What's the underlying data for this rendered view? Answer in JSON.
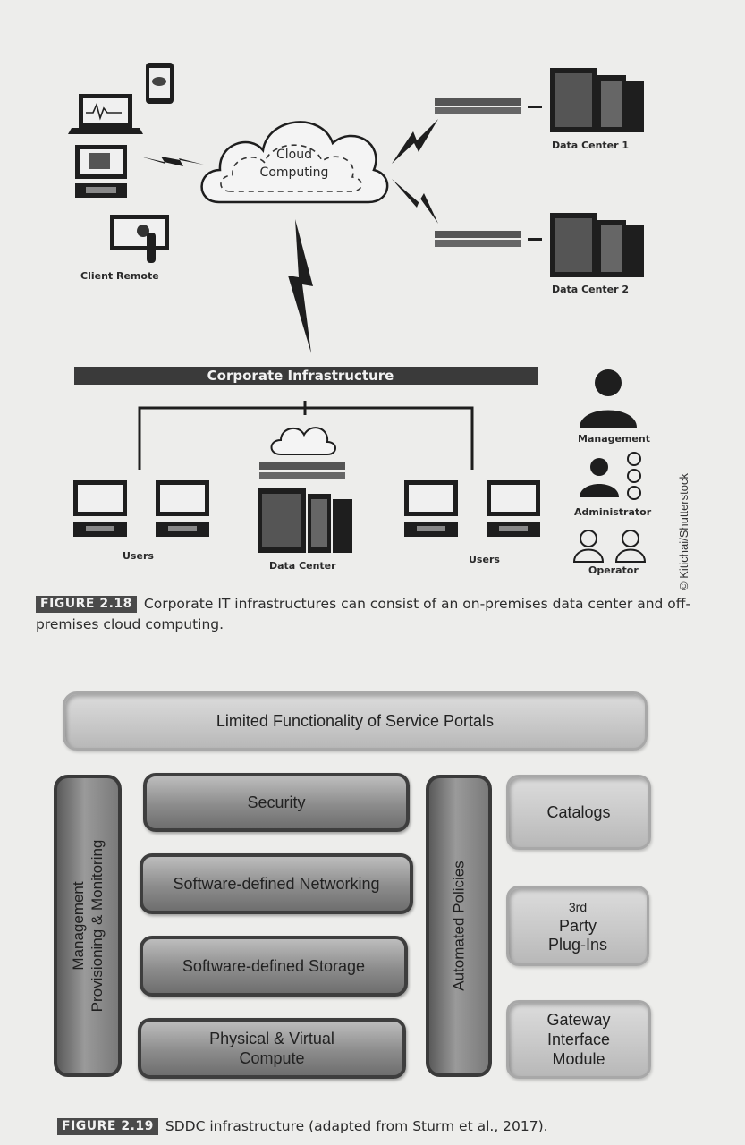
{
  "figure_2_18": {
    "labels": {
      "cloud": "Cloud Computing",
      "client_remote": "Client Remote",
      "data_center_1": "Data Center 1",
      "data_center_2": "Data Center 2",
      "corporate_infrastructure": "Corporate Infrastructure",
      "users_left": "Users",
      "data_center": "Data Center",
      "users_right": "Users",
      "management": "Management",
      "administrator": "Administrator",
      "operator": "Operator"
    },
    "credit": "© Kitichai/Shutterstock",
    "caption_tag": "FIGURE 2.18",
    "caption_text": "Corporate IT infrastructures can consist of an on-premises data center and off-premises cloud computing."
  },
  "figure_2_19": {
    "top_bar": "Limited Functionality of Service Portals",
    "management": [
      "Management",
      "Provisioning & Monitoring"
    ],
    "stack": [
      "Security",
      "Software-defined Networking",
      "Software-defined Storage",
      "Physical & Virtual Compute"
    ],
    "automated_policies": "Automated Policies",
    "right_boxes": {
      "catalogs": "Catalogs",
      "third_party": [
        "3rd",
        "Party",
        "Plug-Ins"
      ],
      "gateway": [
        "Gateway",
        "Interface",
        "Module"
      ]
    },
    "caption_tag": "FIGURE 2.19",
    "caption_text": "SDDC infrastructure (adapted from Sturm et al., 2017)."
  }
}
